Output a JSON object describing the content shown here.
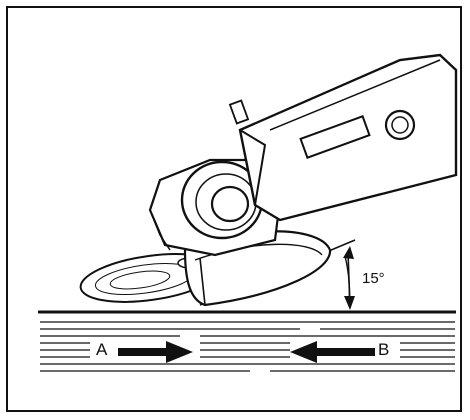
{
  "diagram": {
    "angle_label": "15°",
    "label_a": "A",
    "label_b": "B"
  }
}
